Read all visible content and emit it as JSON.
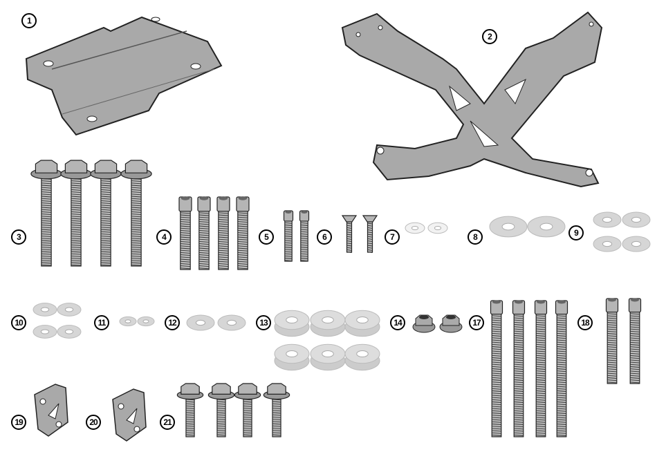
{
  "colors": {
    "metal": "#a9a9a9",
    "outline": "#222222",
    "washer": "#d6d6d6",
    "nylon": "#f2f2f2"
  },
  "labels": [
    "1",
    "2",
    "3",
    "4",
    "5",
    "6",
    "7",
    "8",
    "9",
    "10",
    "11",
    "12",
    "13",
    "14",
    "17",
    "18",
    "19",
    "20",
    "21"
  ]
}
